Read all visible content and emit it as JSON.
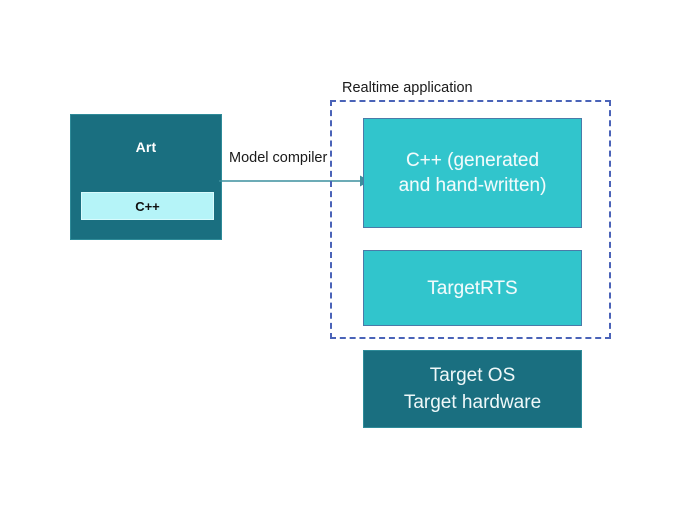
{
  "diagram": {
    "title_text": "Realtime application",
    "background_color": "#ffffff",
    "colors": {
      "dark_teal": "#1a6f80",
      "cyan": "#31c5cc",
      "light_cyan": "#b5f4f8",
      "dashed_border": "#4a63b8",
      "arrow": "#3c8f9e",
      "text_dark": "#1a1a1a",
      "text_light": "#ffffff"
    },
    "art_block": {
      "title": "Art",
      "inner_label": "C++"
    },
    "arrow": {
      "label": "Model compiler",
      "icon": "arrow-right-icon"
    },
    "realtime_application": {
      "label": "Realtime application",
      "boxes": [
        {
          "id": "cpp-generated",
          "line1": "C++ (generated",
          "line2": "and hand-written)"
        },
        {
          "id": "target-rts",
          "line1": "TargetRTS",
          "line2": ""
        }
      ]
    },
    "platform_block": {
      "line1": "Target OS",
      "line2": "Target hardware"
    }
  }
}
